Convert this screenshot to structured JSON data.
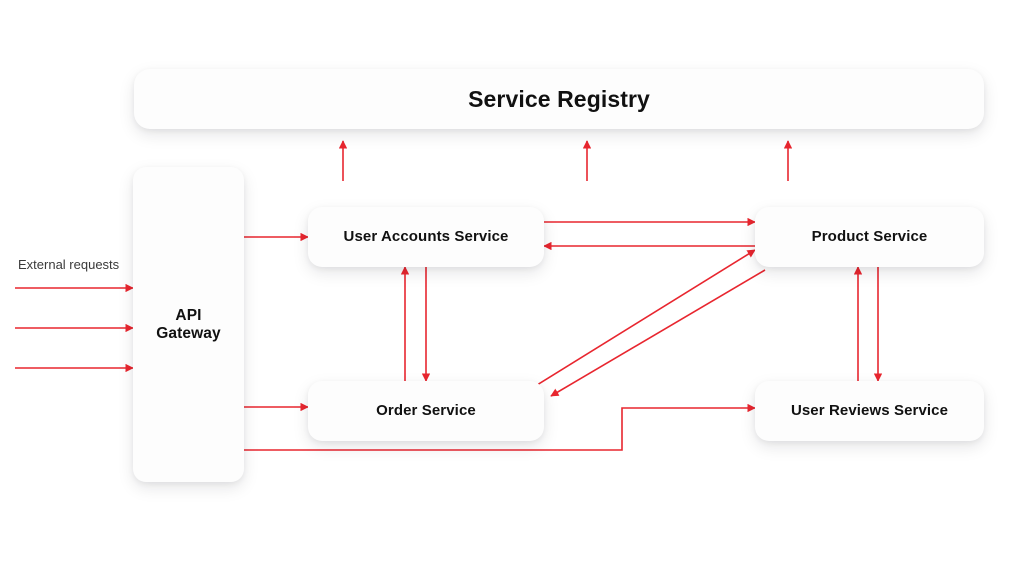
{
  "diagram": {
    "type": "microservices-architecture",
    "background_color": "#ffffff",
    "accent_color": "#e8262f",
    "node_fill_color": "#fdfdfd",
    "text_color": "#111111",
    "annotation": {
      "external_requests_label": "External requests"
    },
    "nodes": [
      {
        "id": "registry",
        "label": "Service Registry",
        "role": "registry"
      },
      {
        "id": "gateway",
        "label": "API\nGateway",
        "role": "gateway"
      },
      {
        "id": "user-accounts",
        "label": "User Accounts Service",
        "role": "service"
      },
      {
        "id": "product",
        "label": "Product Service",
        "role": "service"
      },
      {
        "id": "order",
        "label": "Order Service",
        "role": "service"
      },
      {
        "id": "reviews",
        "label": "User Reviews Service",
        "role": "service"
      }
    ],
    "edges": [
      {
        "id": "ext-1",
        "from": "external",
        "to": "gateway",
        "direction": "one-way"
      },
      {
        "id": "ext-2",
        "from": "external",
        "to": "gateway",
        "direction": "one-way"
      },
      {
        "id": "ext-3",
        "from": "external",
        "to": "gateway",
        "direction": "one-way"
      },
      {
        "id": "gateway-accounts",
        "from": "gateway",
        "to": "user-accounts",
        "direction": "one-way"
      },
      {
        "id": "gateway-order",
        "from": "gateway",
        "to": "order",
        "direction": "one-way"
      },
      {
        "id": "gateway-reviews",
        "from": "gateway",
        "to": "reviews",
        "direction": "one-way"
      },
      {
        "id": "accounts-product",
        "from": "user-accounts",
        "to": "product",
        "direction": "one-way"
      },
      {
        "id": "product-accounts",
        "from": "product",
        "to": "user-accounts",
        "direction": "one-way"
      },
      {
        "id": "order-accounts",
        "from": "order",
        "to": "user-accounts",
        "direction": "one-way"
      },
      {
        "id": "accounts-order",
        "from": "user-accounts",
        "to": "order",
        "direction": "one-way"
      },
      {
        "id": "order-product",
        "from": "order",
        "to": "product",
        "direction": "one-way"
      },
      {
        "id": "product-order",
        "from": "product",
        "to": "order",
        "direction": "one-way"
      },
      {
        "id": "reviews-product",
        "from": "reviews",
        "to": "product",
        "direction": "one-way"
      },
      {
        "id": "product-reviews",
        "from": "product",
        "to": "reviews",
        "direction": "one-way"
      },
      {
        "id": "accounts-registry",
        "from": "user-accounts",
        "to": "registry",
        "direction": "one-way"
      },
      {
        "id": "order-registry",
        "from": "order",
        "to": "registry",
        "direction": "one-way"
      },
      {
        "id": "product-registry",
        "from": "product",
        "to": "registry",
        "direction": "one-way"
      }
    ]
  }
}
